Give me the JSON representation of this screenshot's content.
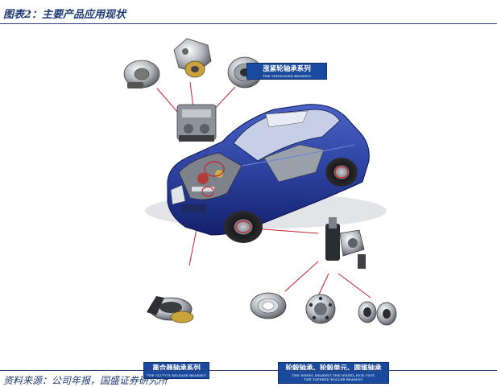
{
  "figure": {
    "title": "图表2：主要产品应用现状",
    "source": "资料来源：公司年报，国盛证券研究所"
  },
  "labels": {
    "tension": {
      "main": "涨紧轮轴承系列",
      "sub": "THE TENSIONER BEARING"
    },
    "clutch": {
      "main": "离合器轴承系列",
      "sub": "THE CLUTCH RELEASE BEARING"
    },
    "hub": {
      "main": "轮毂轴承、轮毂单元、圆锥轴承",
      "sub1": "THE WHEEL BEARING THE WHEEL HUB UNIT,",
      "sub2": "THE TAPERED ROLLER BEARING"
    }
  },
  "colors": {
    "title": "#1f3a73",
    "rule": "#2b3f78",
    "label_bg": "#1a4a9e",
    "car_body": "#2a3f9c",
    "leader": "#c8202a"
  }
}
